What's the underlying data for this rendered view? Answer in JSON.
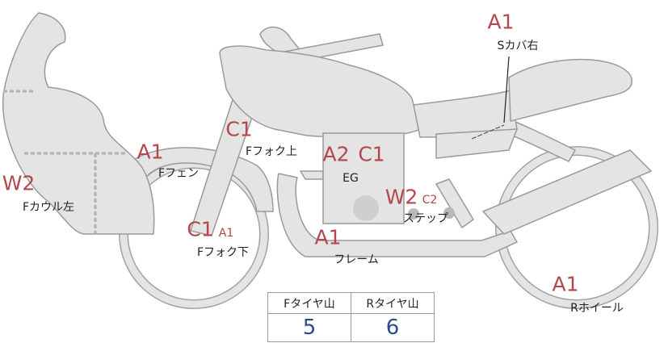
{
  "grades": {
    "s_cover_right": "A1",
    "f_cowl_left": "W2",
    "f_fender": "A1",
    "f_fork_upper": "C1",
    "f_fork_lower": "C1",
    "f_fork_lower_sub": "A1",
    "eg_1": "A2",
    "eg_2": "C1",
    "step": "W2",
    "step_sub": "C2",
    "frame": "A1",
    "r_wheel": "A1"
  },
  "parts": {
    "s_cover_right": "Sカバ右",
    "f_cowl_left": "Fカウル左",
    "f_fender": "Fフェン",
    "f_fork_upper": "Fフォク上",
    "f_fork_lower": "Fフォク下",
    "eg": "EG",
    "step": "ステップ",
    "frame": "フレーム",
    "r_wheel": "Rホイール"
  },
  "tread": {
    "front_label": "Fタイヤ山",
    "rear_label": "Rタイヤ山",
    "front_value": "5",
    "rear_value": "6"
  },
  "colors": {
    "body_fill": "#e4e4e4",
    "outline": "#9a9a9a",
    "grade_text": "#b4474b",
    "value_text": "#2f4b8e"
  }
}
